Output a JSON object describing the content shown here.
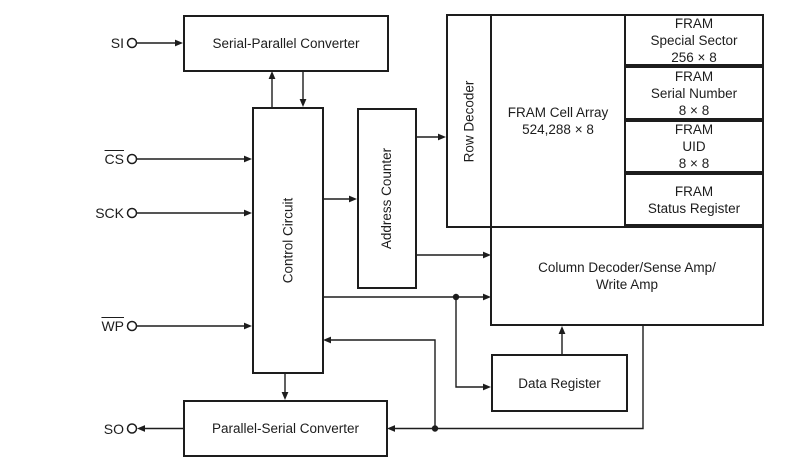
{
  "pins": {
    "si": {
      "label": "SI"
    },
    "cs": {
      "label": "CS"
    },
    "sck": {
      "label": "SCK"
    },
    "wp": {
      "label": "WP"
    },
    "so": {
      "label": "SO"
    }
  },
  "blocks": {
    "serial_parallel": {
      "label": "Serial-Parallel Converter"
    },
    "control": {
      "label": "Control Circuit"
    },
    "address_counter": {
      "label": "Address Counter"
    },
    "row_decoder": {
      "label": "Row Decoder"
    },
    "cell_array": {
      "line1": "FRAM Cell Array",
      "line2": "524,288 × 8"
    },
    "special_sector": {
      "line1": "FRAM",
      "line2": "Special Sector",
      "line3": "256 × 8"
    },
    "serial_number": {
      "line1": "FRAM",
      "line2": "Serial Number",
      "line3": "8 × 8"
    },
    "uid": {
      "line1": "FRAM",
      "line2": "UID",
      "line3": "8 × 8"
    },
    "status_register": {
      "line1": "FRAM",
      "line2": "Status Register"
    },
    "column_decoder": {
      "line1": "Column Decoder/Sense Amp/",
      "line2": "Write Amp"
    },
    "data_register": {
      "label": "Data Register"
    },
    "parallel_serial": {
      "label": "Parallel-Serial Converter"
    }
  },
  "colors": {
    "line": "#1d1d1d",
    "background": "#ffffff",
    "text": "#1d1d1d"
  }
}
